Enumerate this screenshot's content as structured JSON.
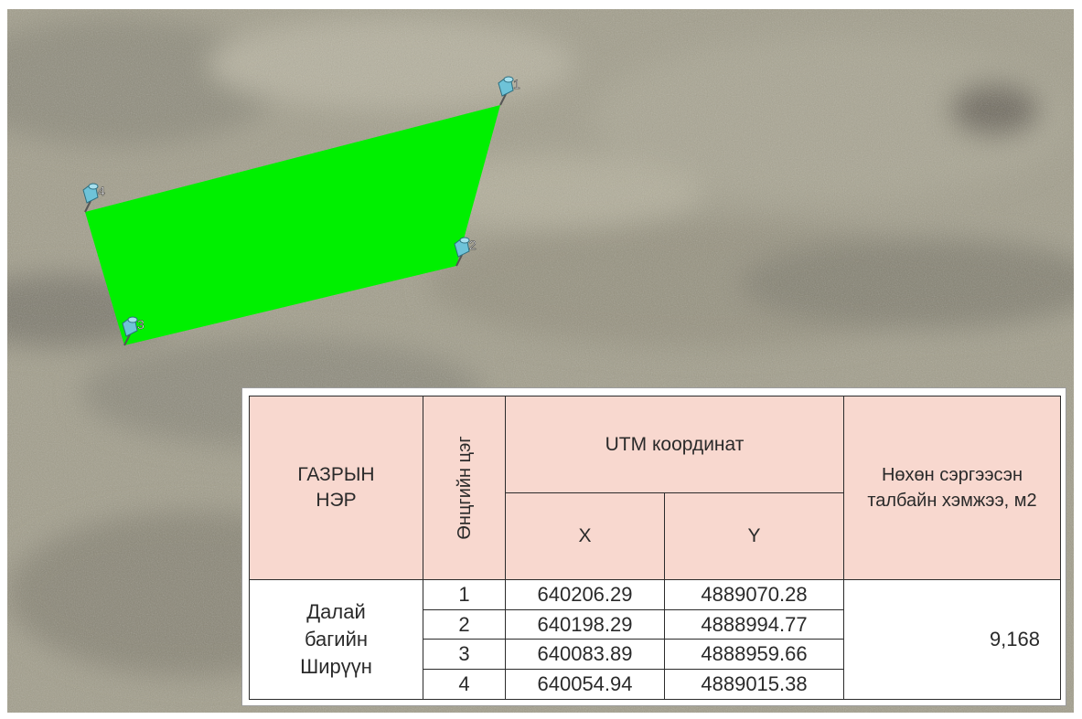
{
  "colors": {
    "parcel_fill": "#00f000",
    "header_bg": "#f8d8cf",
    "terrain": "#9e9a88",
    "pin": "#6ec3d8"
  },
  "map": {
    "icon": "pushpin-icon",
    "points": [
      {
        "label": "1"
      },
      {
        "label": "2"
      },
      {
        "label": "3"
      },
      {
        "label": "4"
      }
    ]
  },
  "table": {
    "headers": {
      "name": "ГАЗРЫН НЭР",
      "point": "Өнцгийн цэг",
      "utm": "UTM координат",
      "x": "X",
      "y": "Y",
      "area": "Нөхөн сэргээсэн талбайн хэмжээ, м2"
    },
    "place_name": "Далай багийн Ширүүн",
    "area_value": "9,168",
    "rows": [
      {
        "point": "1",
        "x": "640206.29",
        "y": "4889070.28"
      },
      {
        "point": "2",
        "x": "640198.29",
        "y": "4888994.77"
      },
      {
        "point": "3",
        "x": "640083.89",
        "y": "4888959.66"
      },
      {
        "point": "4",
        "x": "640054.94",
        "y": "4889015.38"
      }
    ]
  }
}
